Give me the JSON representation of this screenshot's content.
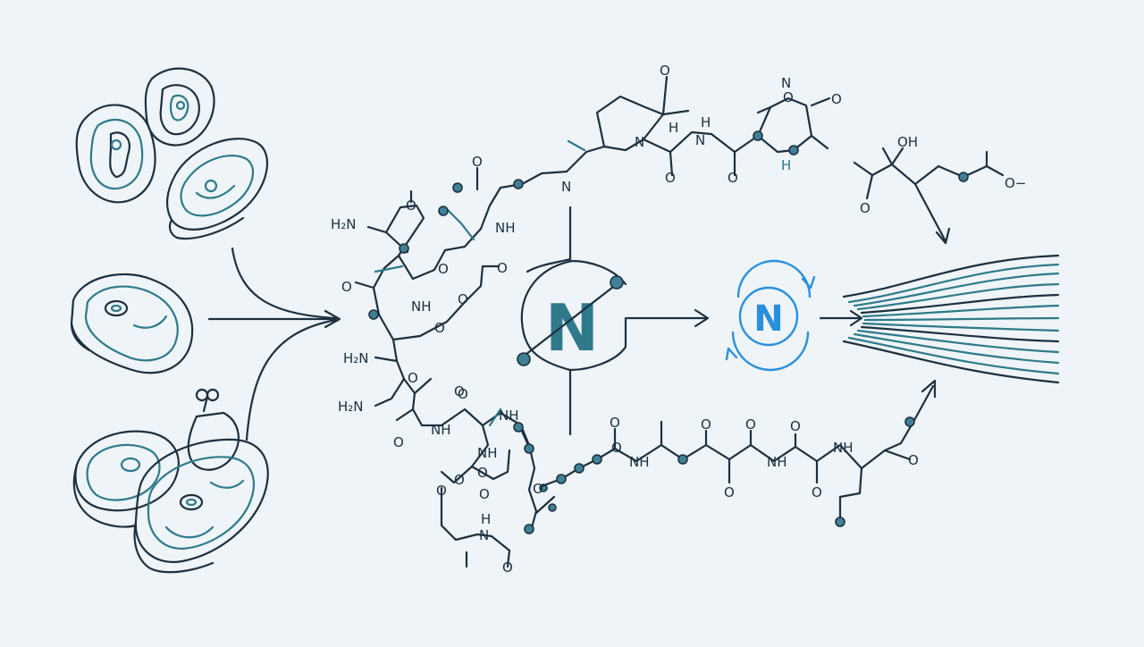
{
  "colors": {
    "background": "#eef4f7",
    "ink": "#1d3040",
    "teal": "#2e7a8a",
    "dot": "#3f8095",
    "blue": "#2a8fdc"
  },
  "icons": {
    "food_sources": [
      "meat-cutlet-icon",
      "meat-slice-icon",
      "steak-icon",
      "roast-meat-icon",
      "poultry-leg-icon",
      "beef-cut-icon"
    ],
    "center": "nitrogen-node-icon",
    "recycle": "nitrogen-recycle-icon",
    "output": "muscle-fiber-icon"
  },
  "labels": {
    "central_n": "N",
    "recycle_n": "N",
    "top_chain": [
      "N",
      "H",
      "N",
      "H",
      "N",
      "H",
      "N",
      "O",
      "O",
      "O",
      "O",
      "O",
      "OH",
      "O",
      "O−"
    ],
    "left_chain": [
      "H₂N",
      "O",
      "O",
      "O",
      "O",
      "NH",
      "NH",
      "O",
      "O",
      "O",
      "H₂N",
      "O",
      "H₂N",
      "O",
      "NH",
      "O"
    ],
    "bottom_chain": [
      "O",
      "N",
      "H",
      "O",
      "NH",
      "O",
      "O",
      "NH",
      "O",
      "O",
      "O",
      "O",
      "O",
      "NH",
      "O",
      "O",
      "NH",
      "O",
      "O",
      "NH",
      "O",
      "O"
    ]
  }
}
